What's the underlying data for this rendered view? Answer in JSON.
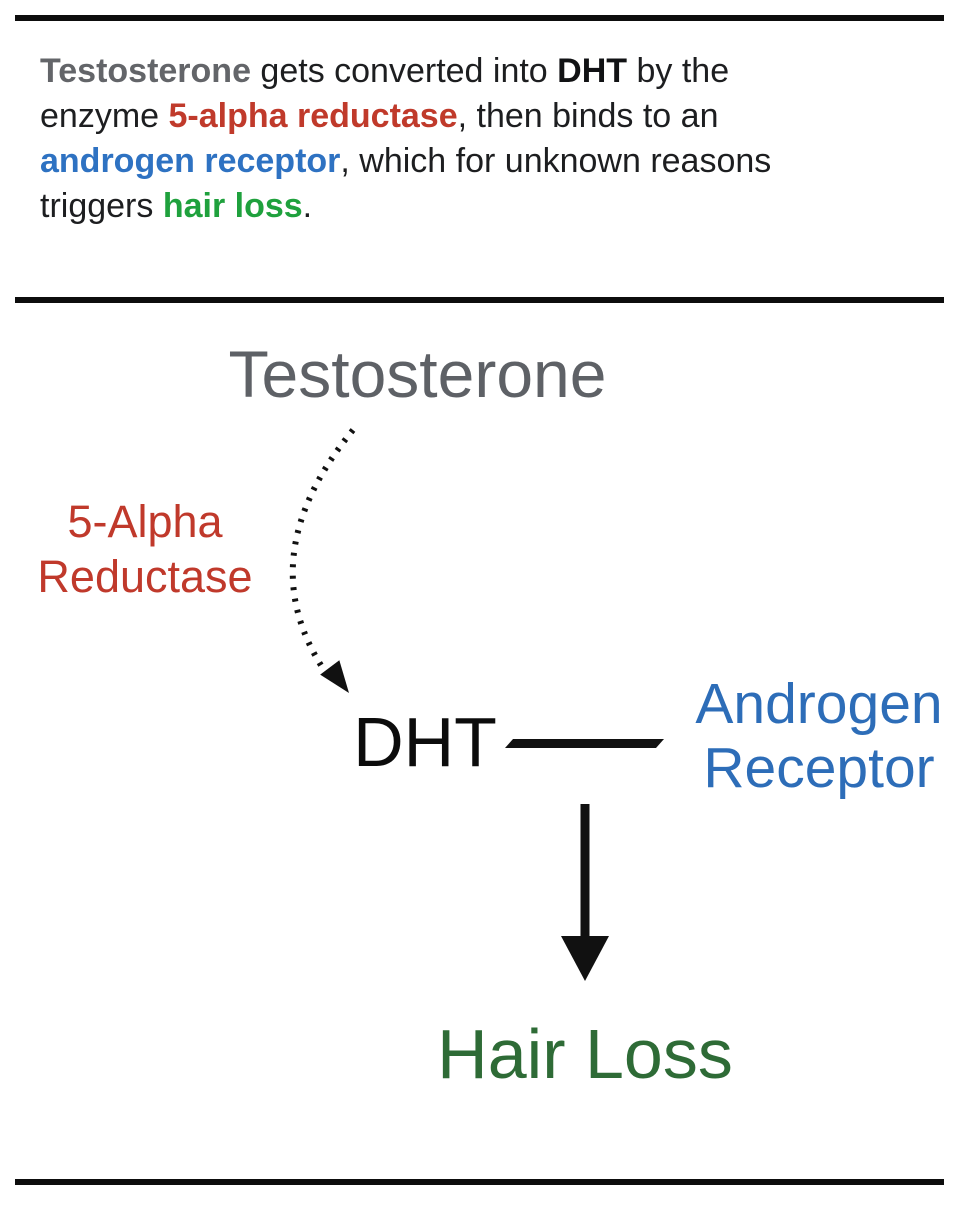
{
  "summary": {
    "lines": [
      [
        {
          "t": "Testosterone",
          "s": "gray"
        },
        {
          "t": " gets converted into ",
          "s": "plain"
        },
        {
          "t": "DHT",
          "s": "black"
        },
        {
          "t": " by the",
          "s": "plain"
        }
      ],
      [
        {
          "t": "enzyme ",
          "s": "plain"
        },
        {
          "t": "5-alpha reductase",
          "s": "red"
        },
        {
          "t": ", then binds to an",
          "s": "plain"
        }
      ],
      [
        {
          "t": "androgen receptor",
          "s": "blue"
        },
        {
          "t": ", which for unknown reasons",
          "s": "plain"
        }
      ],
      [
        {
          "t": "triggers ",
          "s": "plain"
        },
        {
          "t": "hair loss",
          "s": "green"
        },
        {
          "t": ".",
          "s": "plain"
        }
      ]
    ]
  },
  "diagram": {
    "nodes": {
      "testosterone": {
        "label": "Testosterone",
        "color": "#5e6166"
      },
      "enzyme": {
        "line1": "5-Alpha",
        "line2": "Reductase",
        "color": "#c0392b"
      },
      "dht": {
        "label": "DHT",
        "color": "#0c0c0c"
      },
      "receptor": {
        "line1": "Androgen",
        "line2": "Receptor",
        "color": "#2d6db8"
      },
      "hair_loss": {
        "label": "Hair Loss",
        "color": "#2e6b36"
      }
    },
    "edges": [
      {
        "from": "testosterone",
        "to": "dht",
        "style": "dotted-curved-arrow",
        "via_label": "5-Alpha Reductase"
      },
      {
        "from": "dht",
        "to": "receptor",
        "style": "solid-line"
      },
      {
        "from": "dht-receptor-binding",
        "to": "hair_loss",
        "style": "solid-arrow-down"
      }
    ]
  },
  "colors": {
    "rule": "#0d0d0d",
    "body_text": "#1d1e20",
    "gray_term": "#636569",
    "red_term": "#c03a2b",
    "blue_term": "#2e72c2",
    "green_term": "#1fa13d",
    "arrow": "#111111"
  }
}
